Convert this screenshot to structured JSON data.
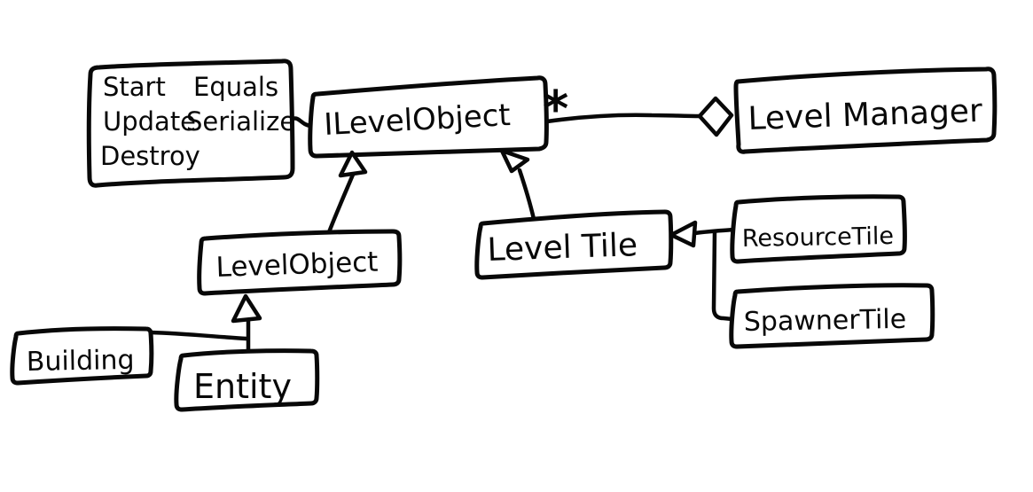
{
  "canvas": {
    "background": "#ffffff",
    "ink": "#080808",
    "kind": "hand-drawn class diagram"
  },
  "note": {
    "column1": [
      "Start",
      "Update",
      "Destroy"
    ],
    "column2": [
      "Equals",
      "Serialize"
    ]
  },
  "nodes": {
    "ilevelobject": {
      "label": "ILevelObject"
    },
    "levelmanager": {
      "label": "Level Manager"
    },
    "levelobject": {
      "label": "LevelObject"
    },
    "leveltile": {
      "label": "Level Tile"
    },
    "resourcetile": {
      "label": "ResourceTile"
    },
    "spawnertile": {
      "label": "SpawnerTile"
    },
    "building": {
      "label": "Building"
    },
    "entity": {
      "label": "Entity"
    }
  },
  "relations": {
    "aggregation": {
      "from": "ILevelObject",
      "to": "Level Manager",
      "multiplicity": "*",
      "marker": "hollow-diamond"
    },
    "inheritance": [
      {
        "child": "LevelObject",
        "parent": "ILevelObject",
        "marker": "hollow-triangle"
      },
      {
        "child": "Level Tile",
        "parent": "ILevelObject",
        "marker": "hollow-triangle"
      },
      {
        "child": "ResourceTile",
        "parent": "Level Tile",
        "marker": "hollow-triangle"
      },
      {
        "child": "SpawnerTile",
        "parent": "Level Tile",
        "marker": "hollow-triangle"
      },
      {
        "child": "Building",
        "parent": "LevelObject",
        "marker": "hollow-triangle"
      },
      {
        "child": "Entity",
        "parent": "LevelObject",
        "marker": "hollow-triangle"
      }
    ],
    "note_attachment": {
      "from": "note",
      "to": "ILevelObject"
    }
  }
}
